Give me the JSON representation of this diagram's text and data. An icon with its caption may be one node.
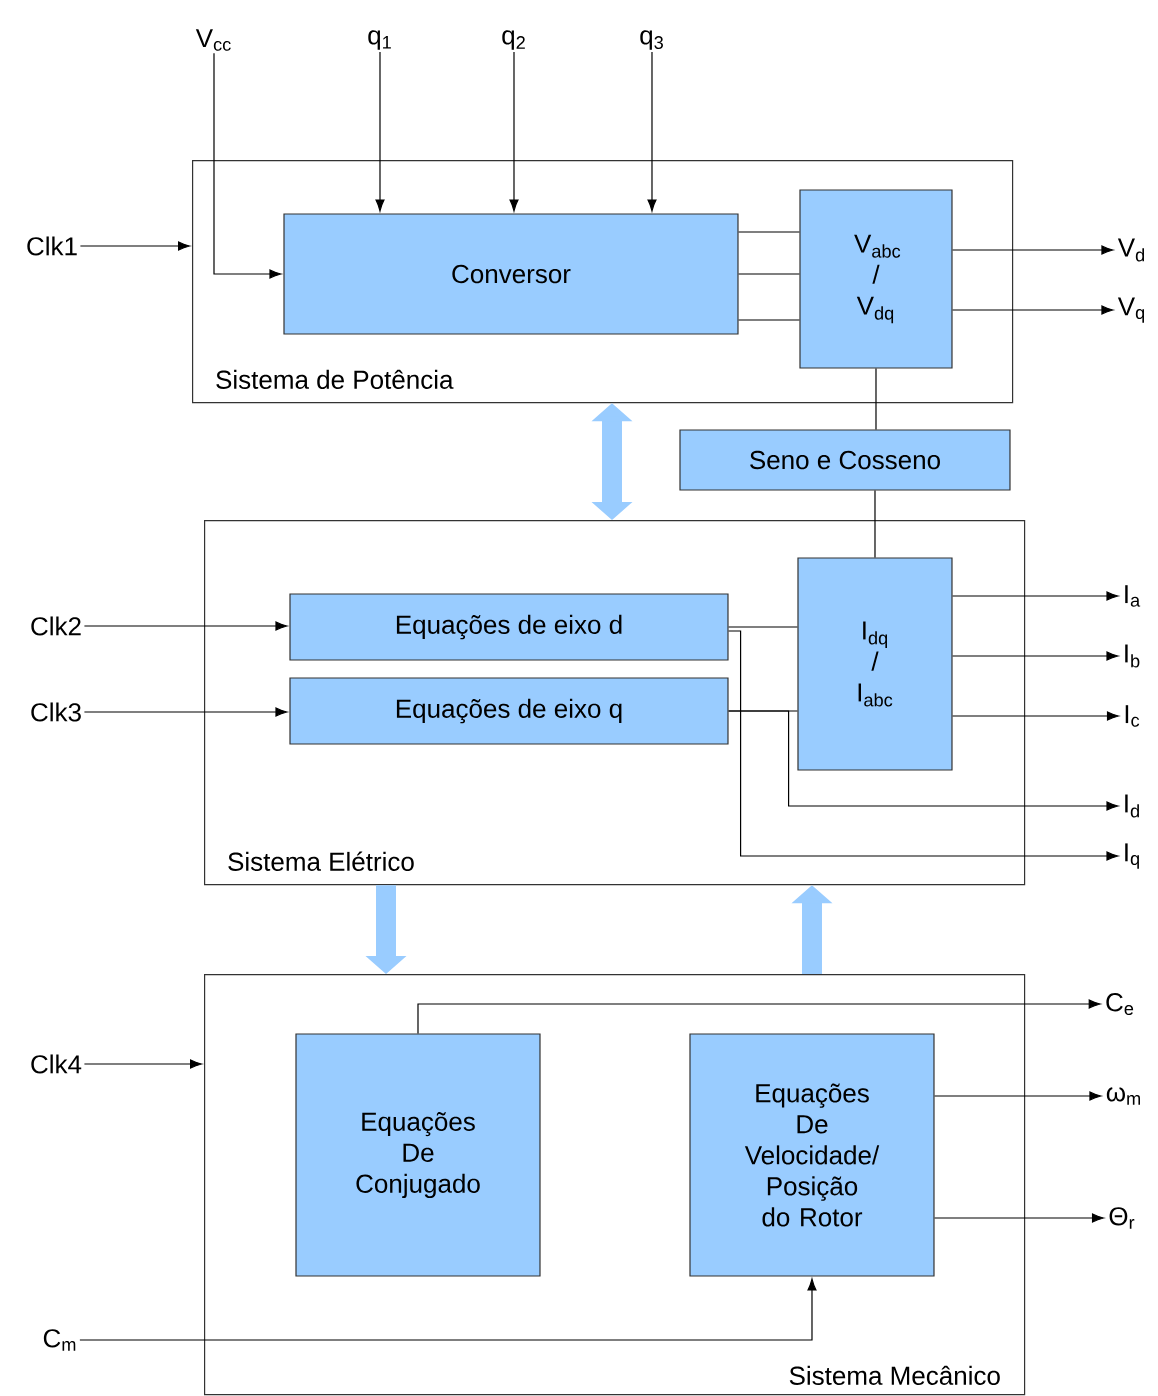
{
  "diagram": {
    "nodes": [
      {
        "text": [
          "Sistema de Potência"
        ]
      },
      {
        "text": [
          "Conversor"
        ],
        "in": 0
      },
      {
        "text": [
          "V$_{abc}$ / V$_{dq}$"
        ],
        "in": 0
      },
      {
        "text": [
          "Seno e Cosseno"
        ]
      },
      {
        "text": [
          "Sistema Elétrico"
        ]
      },
      {
        "text": [
          "Equações de eixo d"
        ],
        "in": 4
      },
      {
        "text": [
          "Equações de eixo q"
        ],
        "in": 4
      },
      {
        "text": [
          "I$_{dq}$ / I$_{abc}$"
        ],
        "in": 4
      },
      {
        "text": [
          "Sistema Mecânico"
        ]
      },
      {
        "text": [
          "Equações De Conjugado"
        ],
        "in": 8
      },
      {
        "text": [
          "Equações De Velocidade/ Posição do Rotor"
        ],
        "in": 8
      },
      {
        "text": [
          "V$_{cc}$"
        ]
      },
      {
        "text": [
          "q$_{1}$"
        ]
      },
      {
        "text": [
          "q$_{2}$"
        ]
      },
      {
        "text": [
          "q$_{3}$"
        ]
      },
      {
        "text": [
          "Clk1"
        ]
      },
      {
        "text": [
          "V$_{d}$"
        ]
      },
      {
        "text": [
          "V$_{q}$"
        ]
      },
      {
        "text": [
          "Clk2"
        ]
      },
      {
        "text": [
          "Clk3"
        ]
      },
      {
        "text": [
          "I$_{a}$"
        ]
      },
      {
        "text": [
          "I$_{b}$"
        ]
      },
      {
        "text": [
          "I$_{c}$"
        ]
      },
      {
        "text": [
          "I$_{d}$"
        ]
      },
      {
        "text": [
          "I$_{q}$"
        ]
      },
      {
        "text": [
          "Clk4"
        ]
      },
      {
        "text": [
          "C$_{e}$"
        ]
      },
      {
        "text": [
          "ω$_{m}$"
        ]
      },
      {
        "text": [
          "Θ$_{r}$"
        ]
      },
      {
        "text": [
          "C$_{m}$"
        ]
      }
    ],
    "edges": [
      {
        "from": 11,
        "to": 1,
        "arrow": "to"
      },
      {
        "from": 12,
        "to": 1,
        "arrow": "to"
      },
      {
        "from": 13,
        "to": 1,
        "arrow": "to"
      },
      {
        "from": 14,
        "to": 1,
        "arrow": "to"
      },
      {
        "from": 15,
        "to": 0,
        "arrow": "to"
      },
      {
        "from": 1,
        "to": 2,
        "arrow": "none"
      },
      {
        "from": 1,
        "to": 2,
        "arrow": "none"
      },
      {
        "from": 1,
        "to": 2,
        "arrow": "none"
      },
      {
        "from": 2,
        "to": 16,
        "arrow": "to"
      },
      {
        "from": 2,
        "to": 17,
        "arrow": "to"
      },
      {
        "from": 2,
        "to": 3,
        "arrow": "none"
      },
      {
        "from": 3,
        "to": 7,
        "arrow": "none"
      },
      {
        "from": 0,
        "to": 4,
        "arrow": "both",
        "style": "thick",
        "color": "#99ccff"
      },
      {
        "from": 18,
        "to": 5,
        "arrow": "to"
      },
      {
        "from": 19,
        "to": 6,
        "arrow": "to"
      },
      {
        "from": 5,
        "to": 7,
        "arrow": "none"
      },
      {
        "from": 6,
        "to": 7,
        "arrow": "none"
      },
      {
        "from": 7,
        "to": 20,
        "arrow": "to"
      },
      {
        "from": 7,
        "to": 21,
        "arrow": "to"
      },
      {
        "from": 7,
        "to": 22,
        "arrow": "to"
      },
      {
        "from": 6,
        "to": 23,
        "arrow": "to"
      },
      {
        "from": 5,
        "to": 24,
        "arrow": "to"
      },
      {
        "from": 4,
        "to": 8,
        "arrow": "to",
        "style": "thick",
        "color": "#99ccff"
      },
      {
        "from": 8,
        "to": 4,
        "arrow": "to",
        "style": "thick",
        "color": "#99ccff"
      },
      {
        "from": 25,
        "to": 8,
        "arrow": "to"
      },
      {
        "from": 9,
        "to": 26,
        "arrow": "to"
      },
      {
        "from": 10,
        "to": 27,
        "arrow": "to"
      },
      {
        "from": 10,
        "to": 28,
        "arrow": "to"
      },
      {
        "from": 29,
        "to": 10,
        "arrow": "to"
      }
    ]
  }
}
